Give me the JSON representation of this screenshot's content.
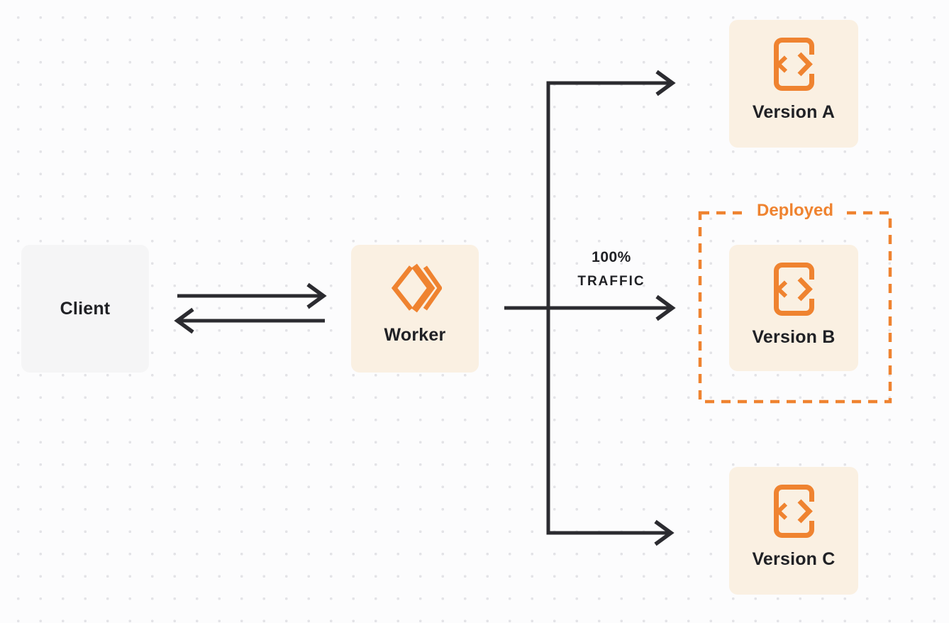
{
  "colors": {
    "page_bg": "#fcfcfd",
    "dot": "#e3e3e7",
    "accent": "#ef8330",
    "cream": "#faf0e2",
    "gray_node": "#f5f5f6",
    "ink": "#202125",
    "arrow": "#2b2b30"
  },
  "nodes": {
    "client": {
      "label": "Client"
    },
    "worker": {
      "label": "Worker",
      "icon": "workers-logo-icon"
    },
    "version_a": {
      "label": "Version A",
      "icon": "code-file-icon"
    },
    "version_b": {
      "label": "Version B",
      "icon": "code-file-icon"
    },
    "version_c": {
      "label": "Version C",
      "icon": "code-file-icon"
    }
  },
  "annotations": {
    "deployed_label": "Deployed",
    "traffic_line1": "100%",
    "traffic_line2": "TRAFFIC"
  }
}
